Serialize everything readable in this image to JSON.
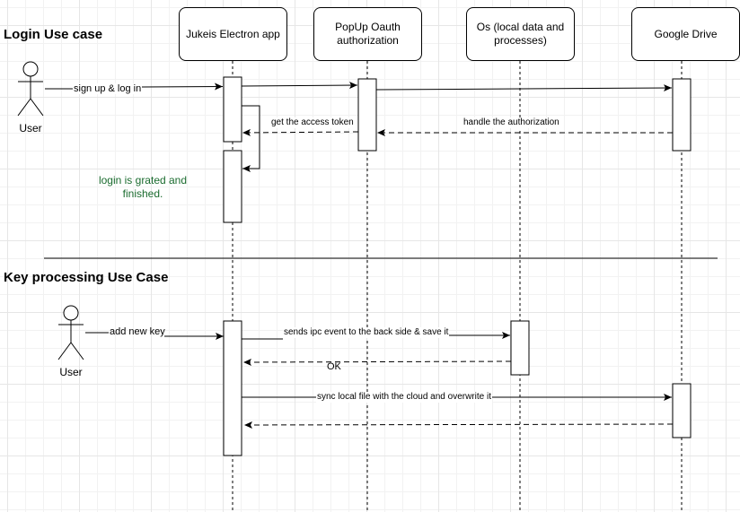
{
  "sections": {
    "login_title": "Login Use case",
    "key_title": "Key processing Use Case"
  },
  "participants": {
    "electron": "Jukeis Electron app",
    "popup": "PopUp Oauth authorization",
    "os": "Os (local data and processes)",
    "drive": "Google Drive"
  },
  "actors": {
    "login_user": "User",
    "key_user": "User"
  },
  "messages": {
    "signup": "sign up & log in",
    "get_token": "get the access token",
    "handle_auth": "handle the authorization",
    "add_key": "add new key",
    "sends_ipc": "sends ipc event to the back side & save it",
    "ok": "OK",
    "sync": "sync local file with the cloud and overwrite it"
  },
  "notes": {
    "login_granted": "login is grated and finished."
  },
  "colors": {
    "note_text": "#1a6b2e",
    "grid_major": "#e6e6e6",
    "grid_minor": "#f2f2f2"
  }
}
